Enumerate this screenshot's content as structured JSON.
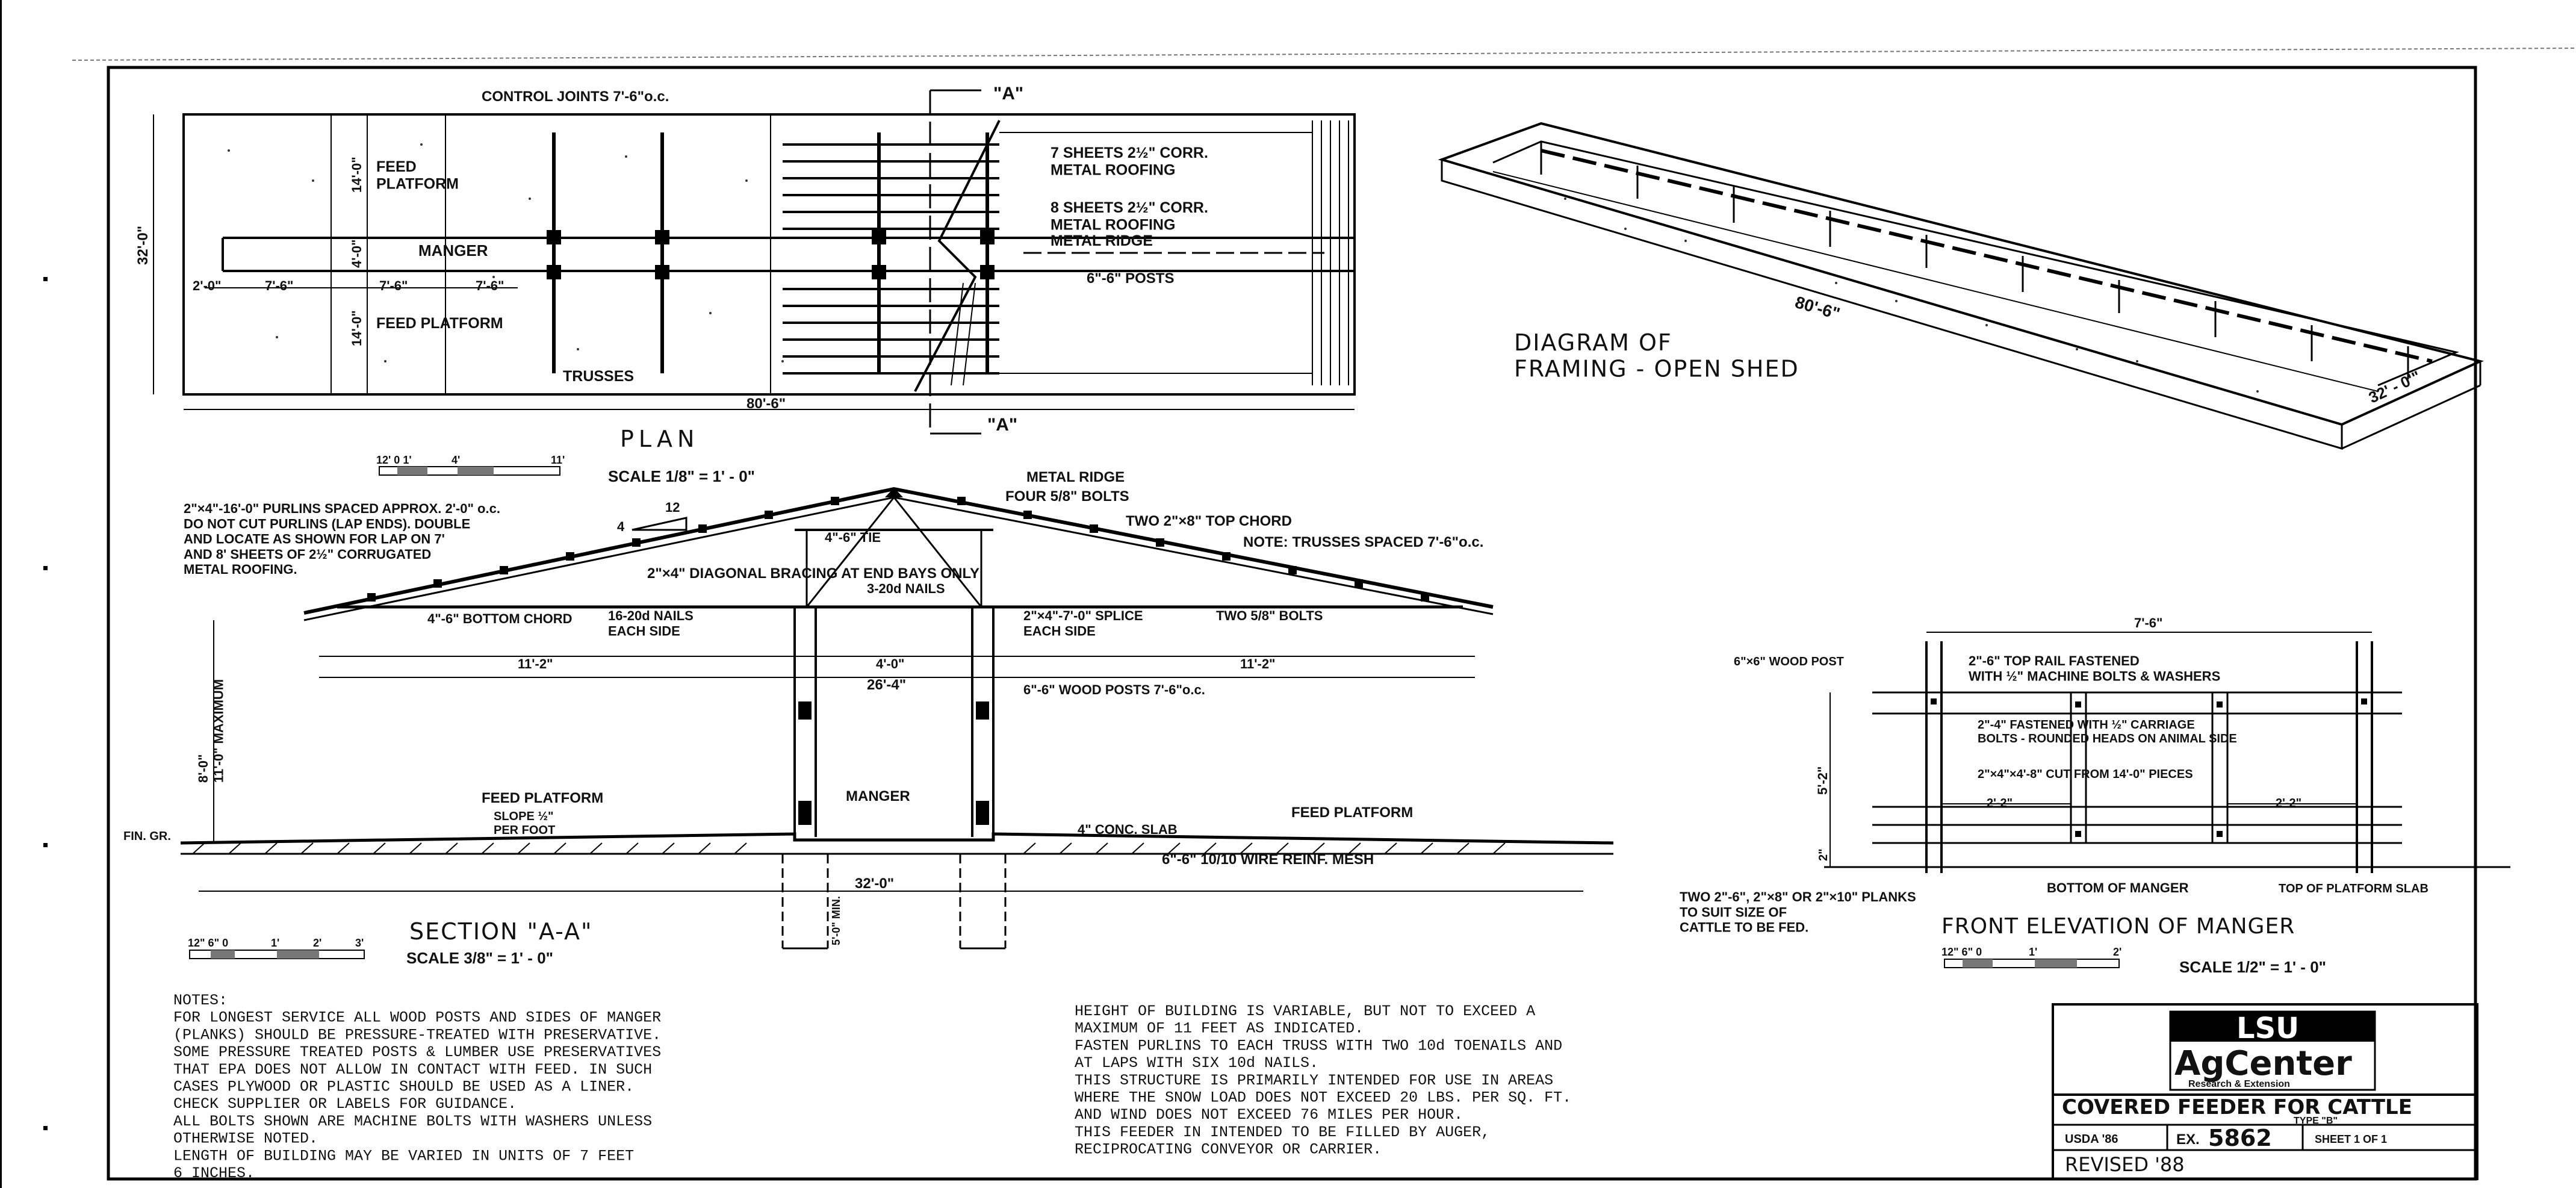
{
  "plan": {
    "control_joints": "CONTROL JOINTS 7'-6\"o.c.",
    "section_mark_top": "\"A\"",
    "section_mark_bottom": "\"A\"",
    "feed_platform_top": "FEED\nPLATFORM",
    "manger": "MANGER",
    "feed_platform_bottom": "FEED PLATFORM",
    "trusses": "TRUSSES",
    "roofing_7": "7 SHEETS 2½\" CORR.\nMETAL ROOFING",
    "roofing_8": "8 SHEETS 2½\" CORR.\nMETAL ROOFING",
    "metal_ridge": "METAL RIDGE",
    "posts": "6\"-6\" POSTS",
    "dim_width": "32'-0\"",
    "dim_14a": "14'-0\"",
    "dim_4": "4'-0\"",
    "dim_14b": "14'-0\"",
    "dim_2": "2'-0\"",
    "dim_75a": "7'-6\"",
    "dim_75b": "7'-6\"",
    "dim_75c": "7'-6\"",
    "dim_length": "80'-6\"",
    "title": "PLAN",
    "scale_label": "SCALE   1/8\" = 1' - 0\"",
    "scale_ticks": [
      "12' 0 1'",
      "4'",
      "11'"
    ]
  },
  "diagram": {
    "title": "DIAGRAM OF\nFRAMING - OPEN SHED",
    "dim_length": "80'-6\"",
    "dim_width": "32' - 0'\""
  },
  "section": {
    "metal_ridge": "METAL RIDGE",
    "four_bolts": "FOUR 5/8\" BOLTS",
    "top_chord": "TWO 2\"×8\" TOP CHORD",
    "note_trusses": "NOTE: TRUSSES SPACED 7'-6\"o.c.",
    "pitch_rise": "12",
    "pitch_run": "4",
    "purlins": "2\"×4\"-16'-0\" PURLINS SPACED APPROX. 2'-0\" o.c.\nDO NOT CUT PURLINS (LAP ENDS). DOUBLE\nAND LOCATE AS SHOWN FOR LAP ON 7'\nAND 8' SHEETS OF 2½\" CORRUGATED\nMETAL ROOFING.",
    "tie": "4\"-6\" TIE",
    "diagonal_bracing": "2\"×4\" DIAGONAL BRACING AT END BAYS ONLY",
    "nails_3": "3-20d NAILS",
    "bottom_chord": "4\"-6\" BOTTOM CHORD",
    "nails_16": "16-20d NAILS\nEACH SIDE",
    "splice": "2\"×4\"-7'-0\" SPLICE\nEACH SIDE",
    "two_bolts": "TWO 5/8\" BOLTS",
    "dim_112a": "11'-2\"",
    "dim_4": "4'-0\"",
    "dim_112b": "11'-2\"",
    "dim_264": "26'-4\"",
    "wood_posts": "6\"-6\" WOOD POSTS 7'-6\"o.c.",
    "height": "8'-0\"\n11'-0\" MAXIMUM",
    "feed_platform_left": "FEED PLATFORM",
    "slope": "SLOPE ½\"\nPER FOOT",
    "manger": "MANGER",
    "conc_slab": "4\" CONC. SLAB",
    "feed_platform_right": "FEED PLATFORM",
    "fin_gr": "FIN. GR.",
    "wire_mesh": "6\"-6\" 10/10 WIRE REINF. MESH",
    "dim_32": "32'-0\"",
    "post_depth": "5'-0\" MIN.",
    "title": "SECTION \"A-A\"",
    "scale_label": "SCALE   3/8\" = 1' - 0\"",
    "scale_ticks": [
      "12\" 6\" 0",
      "1'",
      "2'",
      "3'"
    ]
  },
  "elevation": {
    "dim_top": "7'-6\"",
    "wood_post": "6\"×6\" WOOD POST",
    "top_rail": "2\"-6\" TOP RAIL FASTENED\nWITH ½\" MACHINE BOLTS & WASHERS",
    "fastened": "2\"-4\" FASTENED WITH ½\" CARRIAGE\nBOLTS - ROUNDED HEADS ON ANIMAL SIDE",
    "cut": "2\"×4\"×4'-8\" CUT FROM 14'-0\" PIECES",
    "dim_22a": "2'-2\"",
    "dim_22b": "2'-2\"",
    "dim_52": "5'-2\"",
    "dim_2": "2\"",
    "planks": "TWO 2\"-6\", 2\"×8\" OR 2\"×10\" PLANKS\nTO SUIT SIZE OF\nCATTLE TO BE FED.",
    "bottom_manger": "BOTTOM OF MANGER",
    "top_platform": "TOP OF PLATFORM SLAB",
    "title": "FRONT ELEVATION OF MANGER",
    "scale_label": "SCALE   1/2\" = 1' - 0\"",
    "scale_ticks": [
      "12\" 6\" 0",
      "1'",
      "2'"
    ]
  },
  "notes_left": "NOTES:\nFOR LONGEST SERVICE ALL WOOD POSTS AND SIDES OF MANGER\n(PLANKS) SHOULD BE PRESSURE-TREATED WITH PRESERVATIVE.\nSOME PRESSURE TREATED POSTS & LUMBER USE PRESERVATIVES\nTHAT EPA DOES NOT ALLOW IN CONTACT WITH FEED.   IN SUCH\nCASES PLYWOOD OR PLASTIC SHOULD BE USED AS A LINER.\nCHECK SUPPLIER OR LABELS FOR GUIDANCE.\nALL BOLTS SHOWN ARE MACHINE BOLTS WITH WASHERS UNLESS\nOTHERWISE NOTED.\nLENGTH OF BUILDING MAY BE VARIED IN UNITS OF 7 FEET\n6 INCHES.",
  "notes_right": "HEIGHT OF BUILDING IS VARIABLE, BUT NOT TO EXCEED A\nMAXIMUM OF 11 FEET AS INDICATED.\nFASTEN PURLINS TO EACH TRUSS WITH TWO 10d TOENAILS AND\nAT LAPS WITH SIX 10d NAILS.\nTHIS STRUCTURE IS PRIMARILY INTENDED FOR USE IN AREAS\nWHERE THE SNOW LOAD DOES NOT EXCEED 20 LBS. PER SQ. FT.\nAND WIND DOES NOT EXCEED 76 MILES PER HOUR.\nTHIS FEEDER IN INTENDED TO BE FILLED BY AUGER,\nRECIPROCATING CONVEYOR OR CARRIER.",
  "title_block": {
    "logo_top": "LSU",
    "logo_main": "AgCenter",
    "logo_sub": "Research & Extension",
    "name": "COVERED FEEDER FOR CATTLE",
    "type": "TYPE \"B\"",
    "usda": "USDA '86",
    "ex_prefix": "EX.",
    "ex_number": "5862",
    "sheet": "SHEET 1 OF 1",
    "revised": "REVISED '88"
  }
}
